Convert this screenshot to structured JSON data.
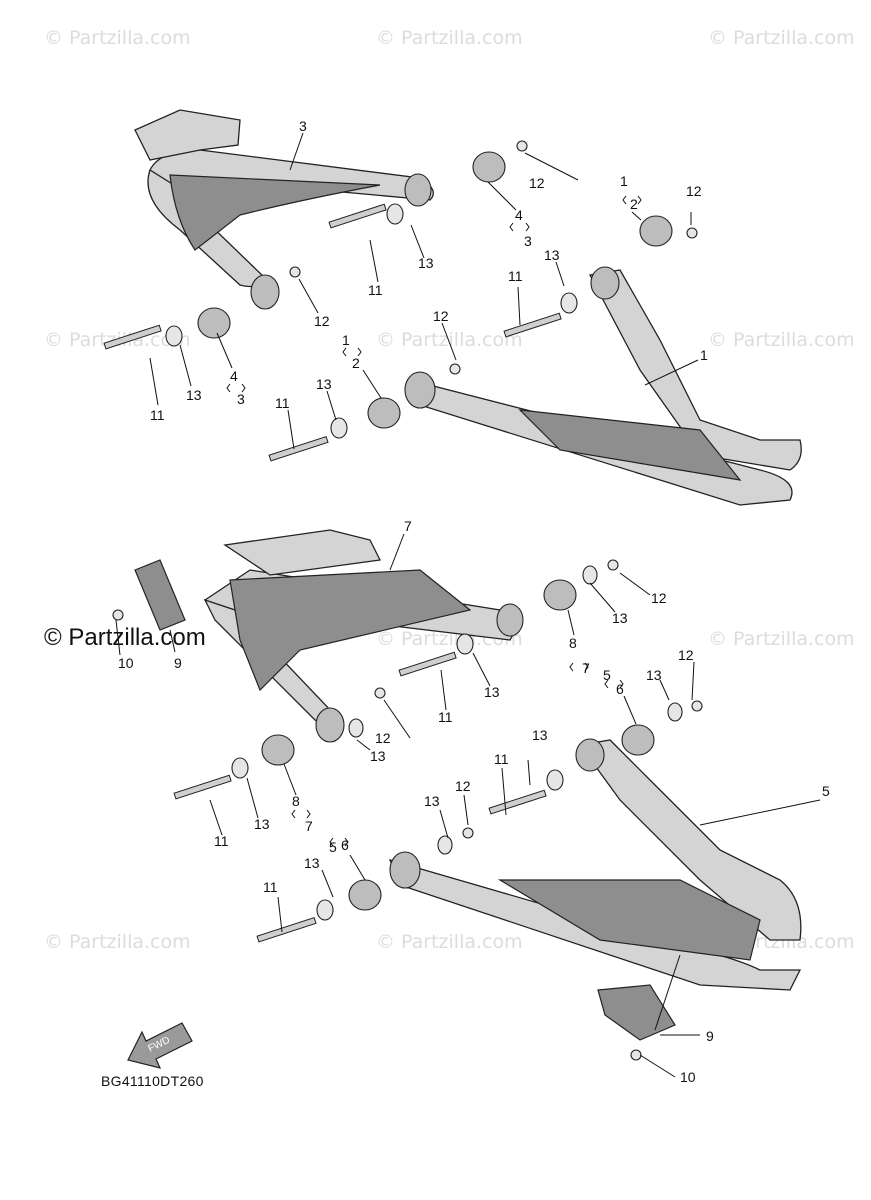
{
  "watermark": "© Partzilla.com",
  "diagram_code": "BG41110DT260",
  "fwd_label": "FWD",
  "callouts": {
    "n1": "1",
    "n2": "2",
    "n3": "3",
    "n4": "4",
    "n5": "5",
    "n6": "6",
    "n7": "7",
    "n8": "8",
    "n9": "9",
    "n10": "10",
    "n11": "11",
    "n12": "12",
    "n13": "13"
  },
  "colors": {
    "line": "#222222",
    "metal": "#d4d4d4",
    "shade": "#8e8e8e",
    "watermark": "#dcdcdc"
  }
}
